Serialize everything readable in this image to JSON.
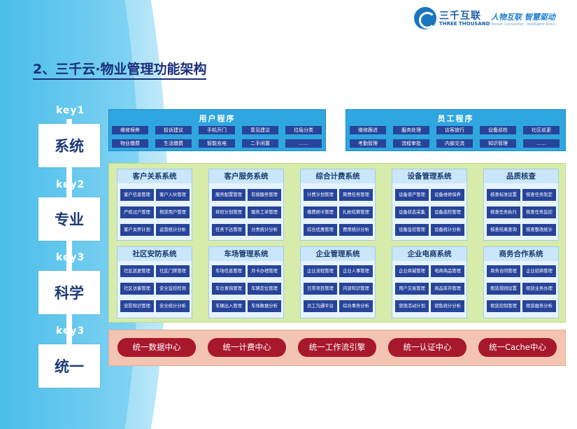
{
  "logo": {
    "name_cn": "三千互联",
    "name_en": "THREE THOUSAND",
    "slogan": "人物互联 智慧驱动",
    "slogan_en": "Person Connection · Intelligent Drive"
  },
  "page_title": "2、三千云·物业管理功能架构",
  "keys": [
    {
      "label": "key1",
      "title": "系统"
    },
    {
      "label": "key2",
      "title": "专业"
    },
    {
      "label": "key3",
      "title": "科学"
    },
    {
      "label": "key3",
      "title": "统一"
    }
  ],
  "user_program": {
    "title": "用户程序",
    "items": [
      "维修保养",
      "投诉建议",
      "手机开门",
      "意见建议",
      "垃圾分类",
      "物业缴费",
      "生活缴费",
      "智能充电",
      "二手闲置",
      "……"
    ]
  },
  "staff_program": {
    "title": "员工程序",
    "items": [
      "维修跟进",
      "服务处理",
      "访客放行",
      "设备巡检",
      "社区巡更",
      "考勤管理",
      "流程审批",
      "内部交流",
      "知识管理",
      "……"
    ]
  },
  "systems": [
    {
      "title": "客户关系系统",
      "items": [
        "客户信息管理",
        "客户入伙管理",
        "产权过户管理",
        "租赁用户管理",
        "客户关怀计划",
        "运营统计分析"
      ]
    },
    {
      "title": "客户服务系统",
      "items": [
        "服务配置管理",
        "有偿服务管理",
        "排班计划管理",
        "服务工单管理",
        "任务下达管理",
        "分类统计分析"
      ]
    },
    {
      "title": "综合计费系统",
      "items": [
        "计费计划管理",
        "算费任务管理",
        "缴费刷卡管理",
        "扎帐结算管理",
        "综合优惠管理",
        "费用统计分析"
      ]
    },
    {
      "title": "设备管理系统",
      "items": [
        "设备资产管理",
        "设备维修保养",
        "设备状态采集",
        "设备巡检管理",
        "设备监控管理",
        "设备统计分析"
      ]
    },
    {
      "title": "品质核查",
      "items": [
        "核查标准设置",
        "核查任务制定",
        "核查任务执行",
        "核查任务监控",
        "核查结果查询",
        "核查整改统计"
      ]
    },
    {
      "title": "社区安防系统",
      "items": [
        "社区巡更管理",
        "社区门禁管理",
        "社区访客管理",
        "安全监控检测",
        "安防知识管理",
        "安全统计分析"
      ]
    },
    {
      "title": "车场管理系统",
      "items": [
        "车场信息管理",
        "月卡办理管理",
        "车位查询管理",
        "车辆定位管理",
        "车辆出入管理",
        "车场数据分析"
      ]
    },
    {
      "title": "企业管理系统",
      "items": [
        "企业流程管理",
        "企业人事管理",
        "日常项目管理",
        "内部知识管理",
        "员工沟通平台",
        "综合事务分析"
      ]
    },
    {
      "title": "企业电商系统",
      "items": [
        "企业商城管理",
        "电商商品管理",
        "用户交易管理",
        "商品库存管理",
        "营销活动计划",
        "销售统计分析"
      ]
    },
    {
      "title": "商务合作系统",
      "items": [
        "商务合同管理",
        "企业招商管理",
        "租赁规则设置",
        "租赁业务办理",
        "租赁控制管理",
        "租赁服务分析"
      ]
    }
  ],
  "centers": [
    "统一数据中心",
    "统一计费中心",
    "统一工作流引擎",
    "统一认证中心",
    "统一Cache中心"
  ],
  "colors": {
    "accent_blue": "#27449a",
    "program_blue": "#2fa6df",
    "green_bg": "#d7ecaa",
    "pink_bg": "#f3c4b1",
    "center_red": "#a8182d"
  }
}
